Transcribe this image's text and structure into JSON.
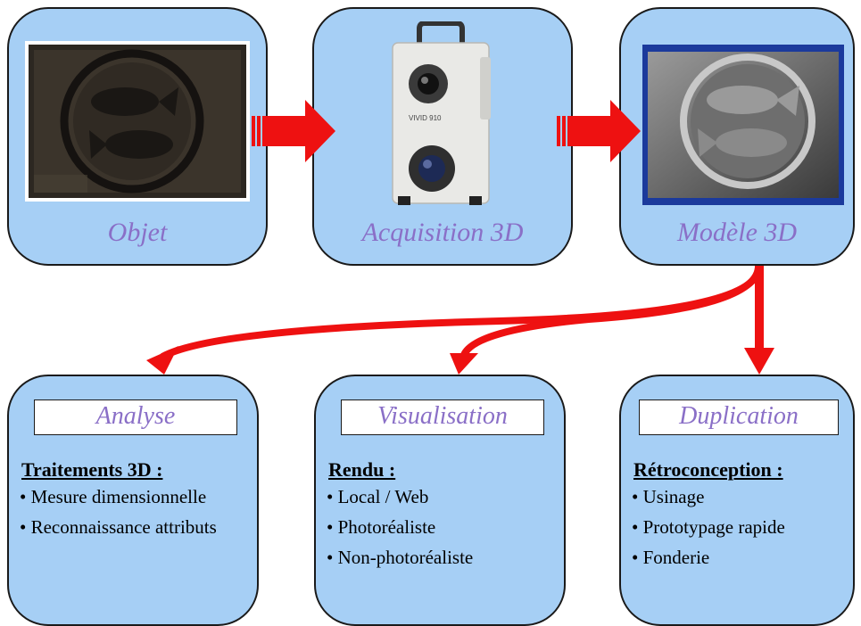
{
  "pipeline": {
    "steps": [
      {
        "caption": "Objet"
      },
      {
        "caption": "Acquisition 3D"
      },
      {
        "caption": "Modèle 3D"
      }
    ]
  },
  "scanner": {
    "label": "VIVID 910"
  },
  "outputs": [
    {
      "title": "Analyse",
      "heading": "Traitements 3D :",
      "items": [
        "• Mesure dimensionnelle",
        "• Reconnaissance attributs"
      ]
    },
    {
      "title": "Visualisation",
      "heading": "Rendu :",
      "items": [
        "• Local / Web",
        "• Photoréaliste",
        "• Non-photoréaliste"
      ]
    },
    {
      "title": "Duplication",
      "heading": "Rétroconception :",
      "items": [
        "• Usinage",
        "• Prototypage rapide",
        "• Fonderie"
      ]
    }
  ],
  "colors": {
    "box_fill": "#a6cff5",
    "caption_text": "#8a6fc7",
    "arrow": "#ee1111"
  }
}
